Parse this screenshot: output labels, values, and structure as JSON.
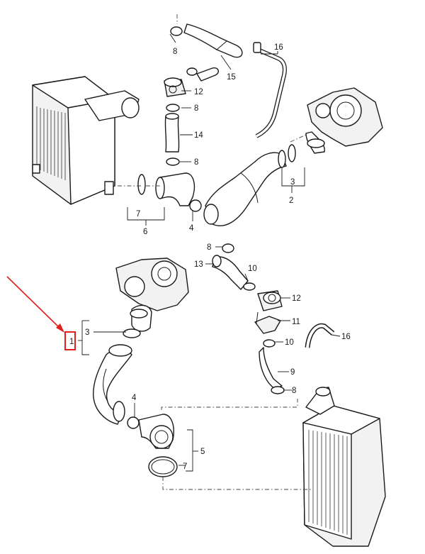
{
  "labels": {
    "top": {
      "p8a": "8",
      "p16": "16",
      "p15": "15",
      "p12": "12",
      "p8b": "8",
      "p14": "14",
      "p8c": "8",
      "p3": "3",
      "p2": "2",
      "p7": "7",
      "p6": "6",
      "p4": "4"
    },
    "bottom": {
      "p8": "8",
      "p13": "13",
      "p10a": "10",
      "p12": "12",
      "p11": "11",
      "p16": "16",
      "p10b": "10",
      "p9": "9",
      "p8b": "8",
      "p3": "3",
      "p1": "1",
      "p4": "4",
      "p5": "5",
      "p7": "7"
    }
  },
  "highlight": {
    "color": "#e0201b",
    "target_label": "1"
  }
}
